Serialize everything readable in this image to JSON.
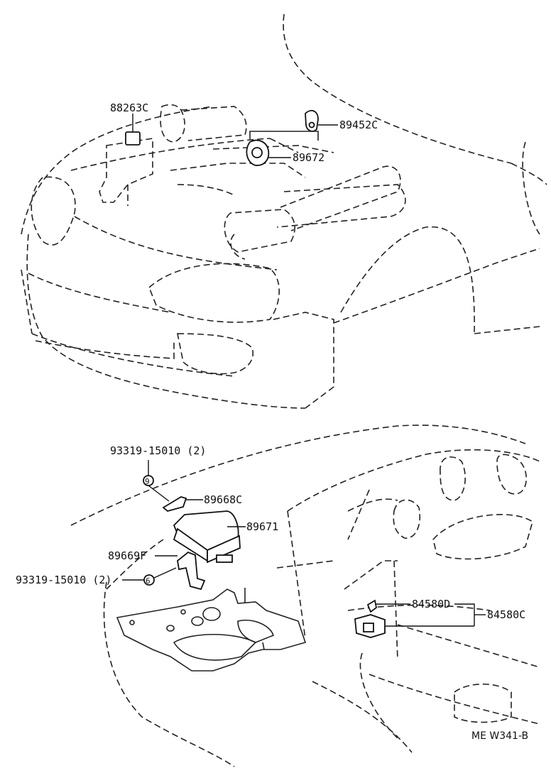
{
  "labels": {
    "relay": "88263C",
    "sensor_front": "89452C",
    "horn": "89672",
    "bolt_top": "93319-15010 (2)",
    "bracket_top": "89668C",
    "module": "89671",
    "bracket_bottom": "89669F",
    "bolt_bottom": "93319-15010 (2)",
    "switch": "84580D",
    "switch_assy": "84580C",
    "code": "ME  W341-B"
  },
  "callouts": {
    "bolt_top": "9",
    "bolt_bottom": "6"
  }
}
